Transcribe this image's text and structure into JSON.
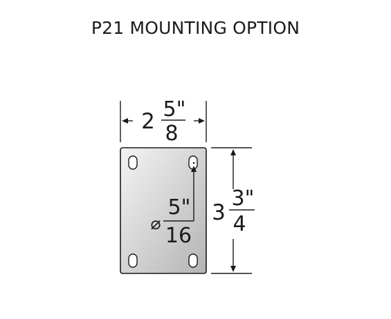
{
  "title": "P21 MOUNTING OPTION",
  "plate": {
    "width": {
      "whole": "2",
      "numerator": "5\"",
      "denominator": "8"
    },
    "height": {
      "whole": "3",
      "numerator": "3\"",
      "denominator": "4"
    },
    "hole_diameter": {
      "symbol": "⌀",
      "numerator": "5\"",
      "denominator": "16"
    }
  },
  "colors": {
    "line": "#1a1a1a",
    "plate_light": "#f4f4f4",
    "plate_dark": "#b4b4b4"
  }
}
